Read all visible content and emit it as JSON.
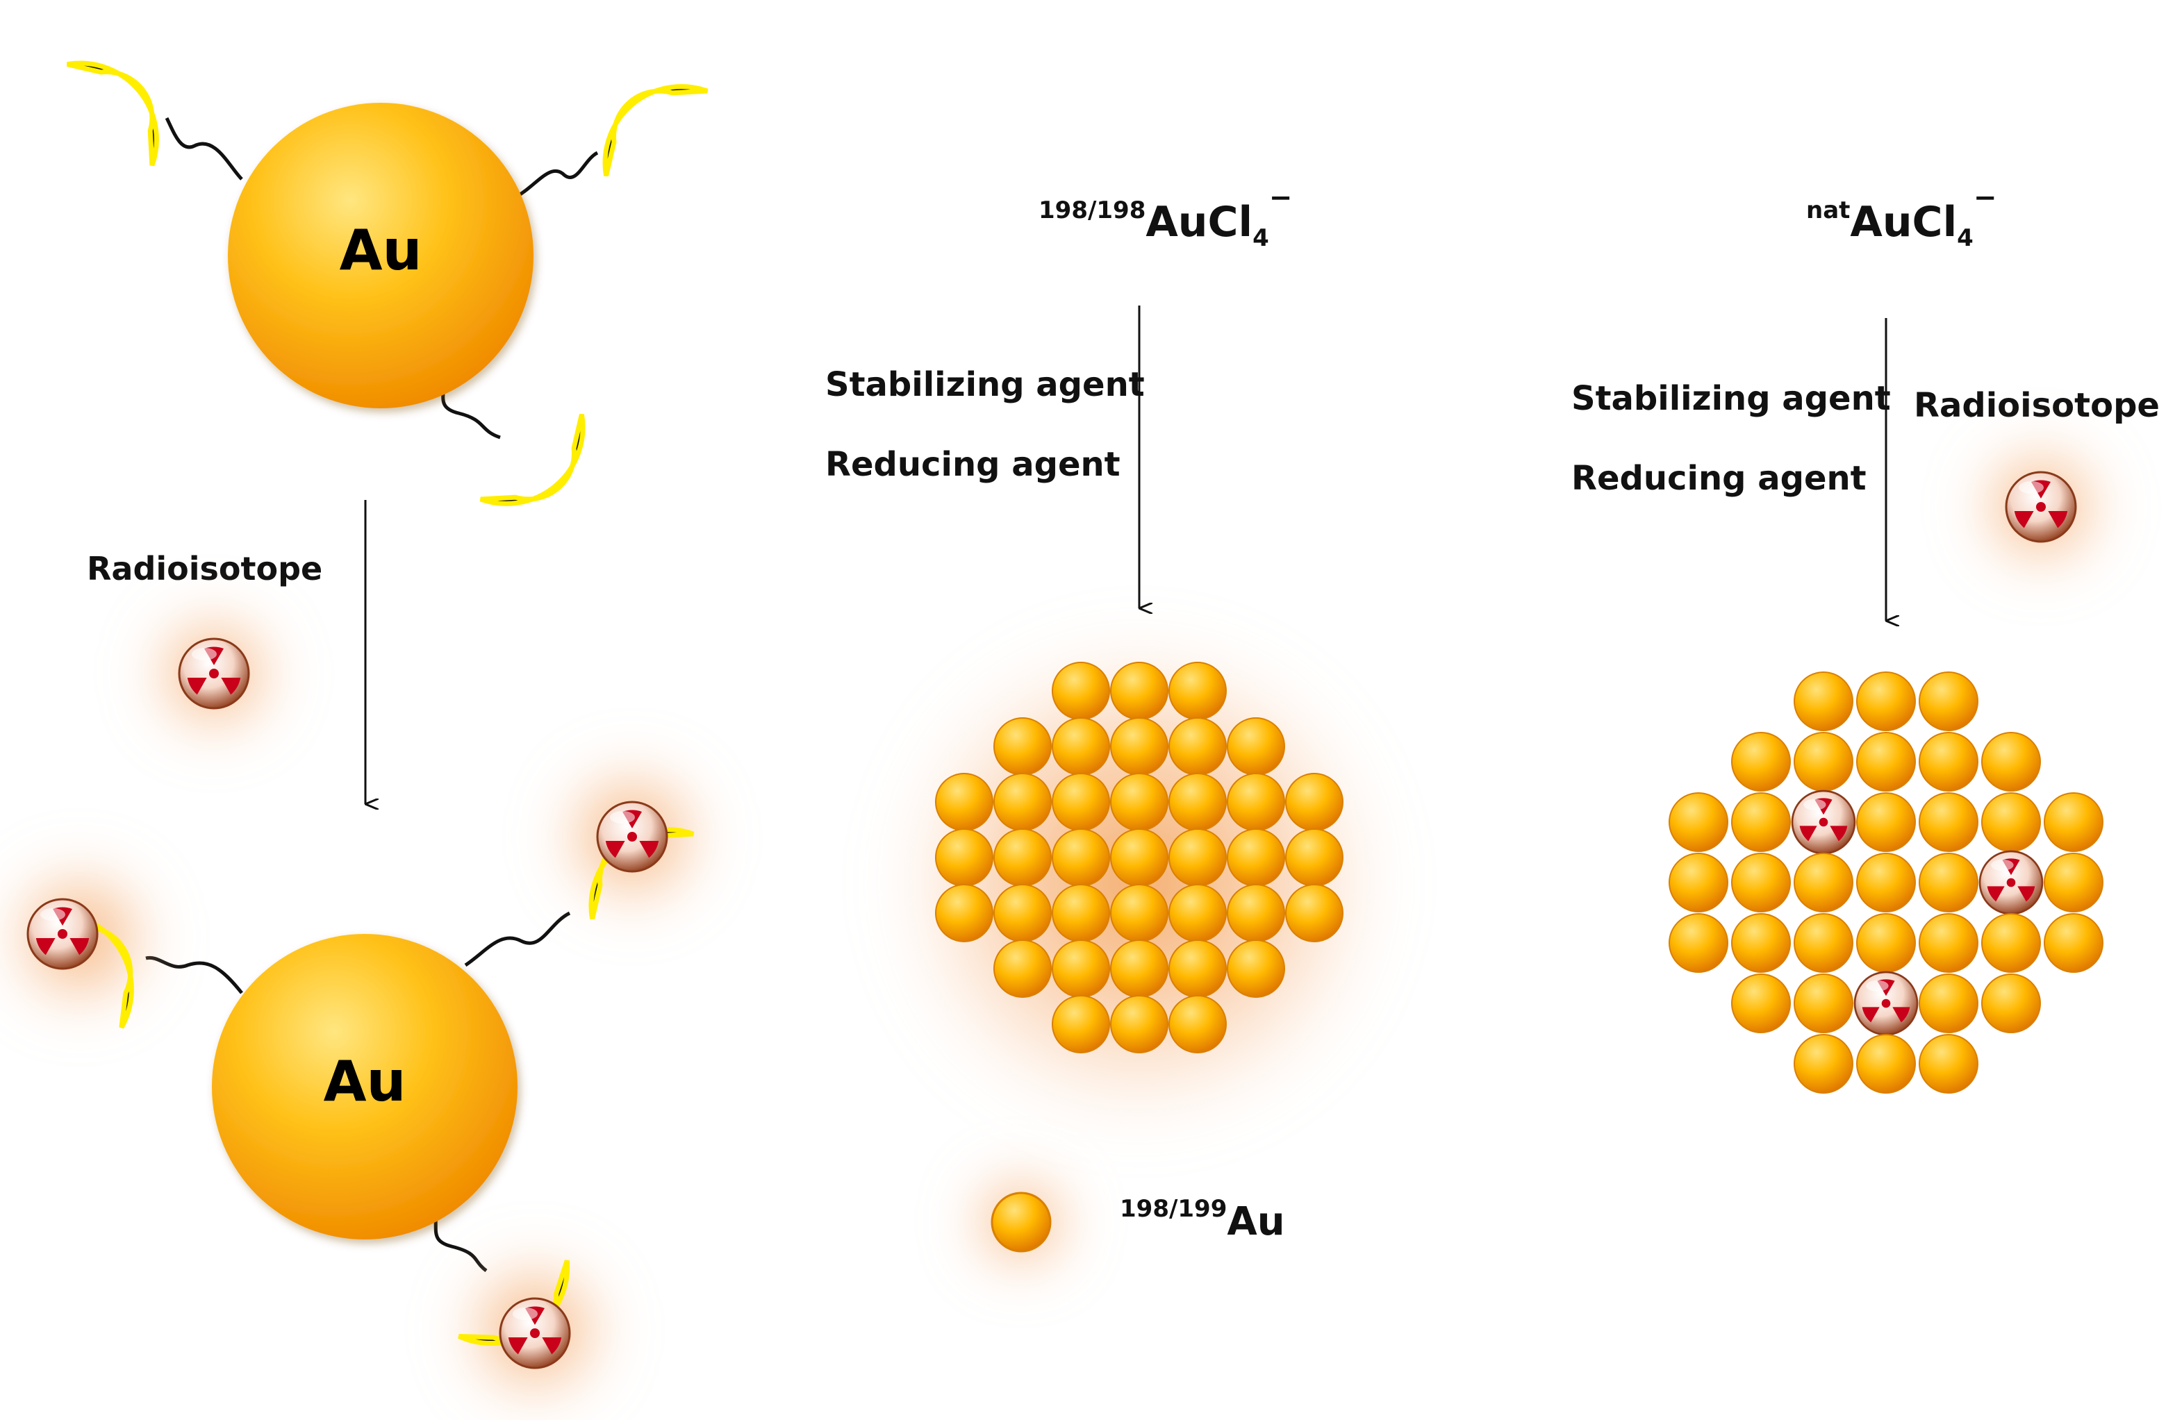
{
  "panel_left": {
    "core_label_top": "Au",
    "core_label_bottom": "Au",
    "radioisotope_label": "Radioisotope"
  },
  "panel_middle": {
    "precursor_sup": "198/198",
    "precursor_main": "AuCl",
    "precursor_sub": "4",
    "precursor_charge": "−",
    "stabilizing_label": "Stabilizing agent",
    "reducing_label": "Reducing agent",
    "legend_sup": "198/199",
    "legend_main": "Au"
  },
  "panel_right": {
    "precursor_sup": "nat",
    "precursor_main": "AuCl",
    "precursor_sub": "4",
    "precursor_charge": "−",
    "stabilizing_label": "Stabilizing agent",
    "reducing_label": "Reducing agent",
    "radioisotope_label": "Radioisotope"
  },
  "icons": {
    "gold_particle": "gold-sphere",
    "radioisotope": "radiation-trefoil",
    "chelator": "black-crescent-chelator"
  },
  "colors": {
    "gold_light": "#ffe066",
    "gold": "#ffb300",
    "gold_dark": "#e07b00",
    "glow": "#f5a25a",
    "chelator": "#111111",
    "chelator_outline": "#ffee00",
    "radiation_red": "#d0021b"
  }
}
